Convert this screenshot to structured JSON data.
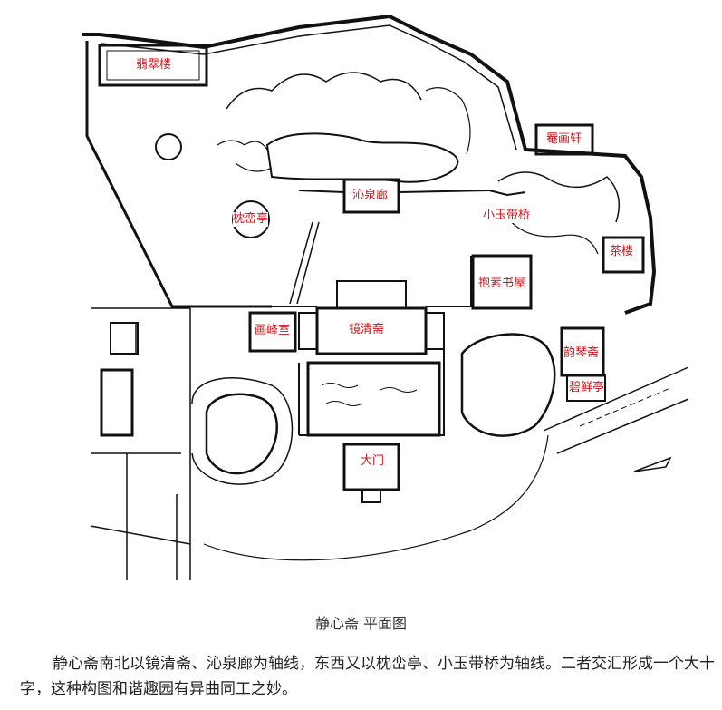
{
  "labels": {
    "feicui_lou": "翡翠楼",
    "qinquan_lang": "沁泉廊",
    "zhenluan_ting": "枕峦亭",
    "xiaoyudai_qiao": "小玉带桥",
    "diehua_xuan": "罨画轩",
    "cha_lou": "茶楼",
    "baosu_shuwu": "抱素书屋",
    "huafeng_shi": "画峰室",
    "jingqing_zhai": "镜清斋",
    "yunqin_zhai": "韵琴斋",
    "bixian_ting": "碧鲜亭",
    "da_men": "大门"
  },
  "caption": "静心斋 平面图",
  "paragraph": "静心斋南北以镜清斋、沁泉廊为轴线，东西又以枕峦亭、小玉带桥为轴线。二者交汇形成一个大十字，这种构图和谐趣园有异曲同工之妙。",
  "colors": {
    "label": "#d0141c",
    "line": "#111111"
  }
}
